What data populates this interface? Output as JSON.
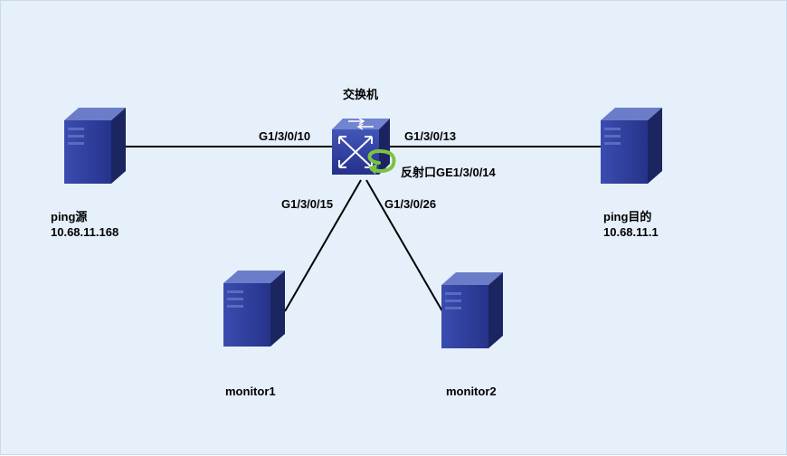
{
  "colors": {
    "background": "#e6f0fa",
    "link": "#000000",
    "server_front": "#2f3f9e",
    "server_side": "#1b255f",
    "server_top": "#6b7dc9",
    "switch_body": "#2e3f9a",
    "reflect_arrow": "#7dc242"
  },
  "switch": {
    "label": "交换机",
    "icon": "switch-icon"
  },
  "ports": {
    "g10": "G1/3/0/10",
    "g13": "G1/3/0/13",
    "g15": "G1/3/0/15",
    "g26": "G1/3/0/26",
    "reflect": "反射口GE1/3/0/14"
  },
  "nodes": {
    "ping_src": {
      "name": "ping源",
      "ip": "10.68.11.168",
      "icon": "server-icon"
    },
    "ping_dst": {
      "name": "ping目的",
      "ip": "10.68.11.1",
      "icon": "server-icon"
    },
    "monitor1": {
      "name": "monitor1",
      "icon": "server-icon"
    },
    "monitor2": {
      "name": "monitor2",
      "icon": "server-icon"
    }
  }
}
